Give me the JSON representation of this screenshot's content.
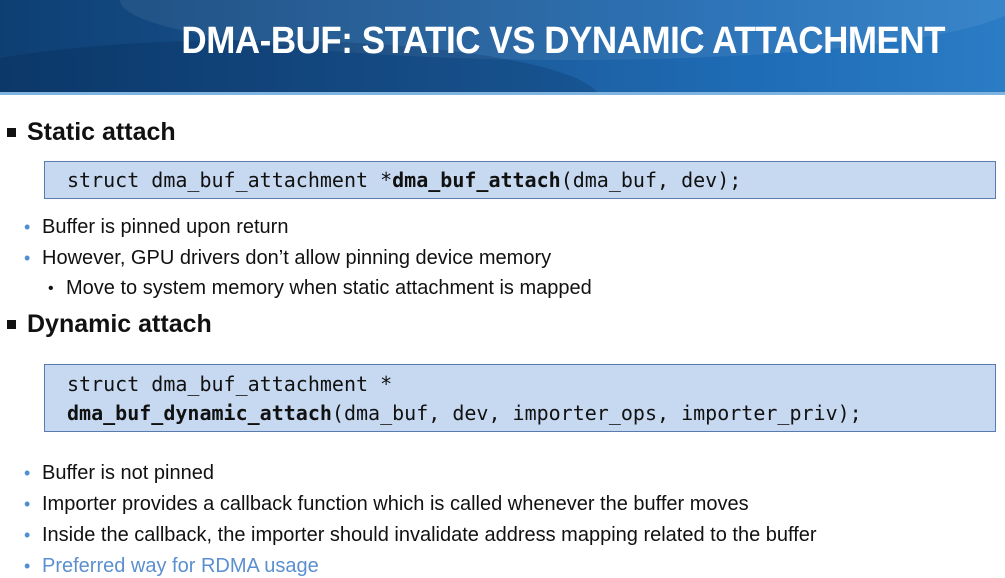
{
  "slide": {
    "title": "DMA-BUF: STATIC VS DYNAMIC ATTACHMENT",
    "static": {
      "heading": "Static attach",
      "code_pre": "struct dma_buf_attachment *",
      "code_fn": "dma_buf_attach",
      "code_post": "(dma_buf, dev);",
      "bullets": [
        "Buffer is pinned upon return",
        "However, GPU drivers don’t allow pinning device memory"
      ],
      "sub_bullet": "Move to system memory when static attachment is mapped"
    },
    "dynamic": {
      "heading": "Dynamic attach",
      "code_line1": "struct dma_buf_attachment *",
      "code_fn": "dma_buf_dynamic_attach",
      "code_post": "(dma_buf, dev, importer_ops, importer_priv);",
      "bullets": [
        "Buffer is not pinned",
        "Importer provides a callback function which is called whenever the buffer moves",
        "Inside the callback, the importer should invalidate address mapping related to the buffer",
        "Preferred way for RDMA usage"
      ]
    }
  }
}
